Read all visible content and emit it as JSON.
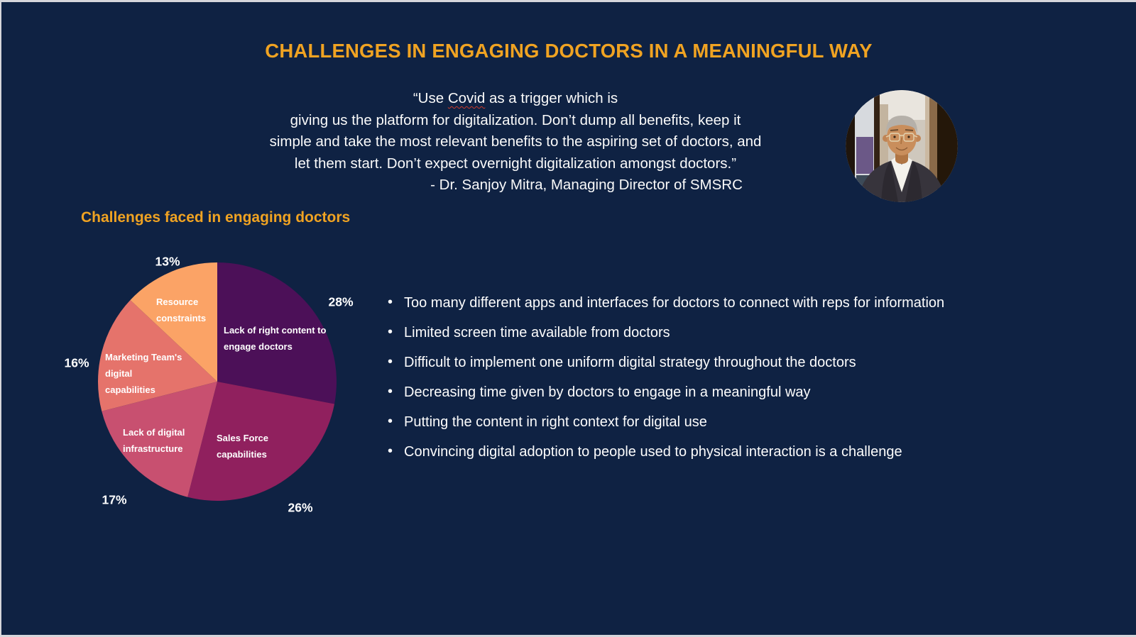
{
  "slide": {
    "title": "CHALLENGES IN ENGAGING DOCTORS IN A MEANINGFUL WAY",
    "section_heading": "Challenges faced in engaging doctors",
    "background_color": "#0f2243",
    "accent_color": "#f0a322",
    "text_color": "#ffffff"
  },
  "quote": {
    "line1_prefix": "“Use ",
    "line1_word": "Covid",
    "line1_suffix": " as a trigger which is",
    "line2": "giving us the platform for digitalization. Don’t dump all benefits, keep it",
    "line3": "simple and take the most relevant benefits to the aspiring set of doctors, and",
    "line4": "let them start. Don’t expect overnight digitalization amongst doctors.”",
    "attribution": "-  Dr. Sanjoy Mitra, Managing Director of SMSRC"
  },
  "speaker_photo": "circular-portrait-photo-of-man-in-suit-with-glasses",
  "bullets": [
    "Too many different apps and interfaces for doctors to connect with reps for information",
    "Limited screen time available from doctors",
    "Difficult to implement one uniform digital strategy throughout the doctors",
    "Decreasing time given by doctors to engage in a meaningful way",
    "Putting the content in right context for digital use",
    "Convincing digital adoption to people used to physical interaction is a challenge"
  ],
  "chart_data": {
    "type": "pie",
    "title": "Challenges faced in engaging doctors",
    "unit": "%",
    "start_angle_deg": 0,
    "direction": "clockwise",
    "legend_position": "inside-slices",
    "segments": [
      {
        "label": "Lack of right content to engage doctors",
        "label_lines": [
          "Lack of right content to",
          "engage doctors"
        ],
        "value": 28,
        "pct_label": "28%",
        "color": "#4c1058"
      },
      {
        "label": "Sales Force capabilities",
        "label_lines": [
          "Sales Force",
          "capabilities"
        ],
        "value": 26,
        "pct_label": "26%",
        "color": "#90205e"
      },
      {
        "label": "Lack of digital infrastructure",
        "label_lines": [
          "Lack of digital",
          "infrastructure"
        ],
        "value": 17,
        "pct_label": "17%",
        "color": "#c85070"
      },
      {
        "label": "Marketing Team's digital capabilities",
        "label_lines": [
          "Marketing Team's",
          "digital",
          "capabilities"
        ],
        "value": 16,
        "pct_label": "16%",
        "color": "#e5736b"
      },
      {
        "label": "Resource constraints",
        "label_lines": [
          "Resource",
          "constraints"
        ],
        "value": 13,
        "pct_label": "13%",
        "color": "#fba366"
      }
    ]
  }
}
